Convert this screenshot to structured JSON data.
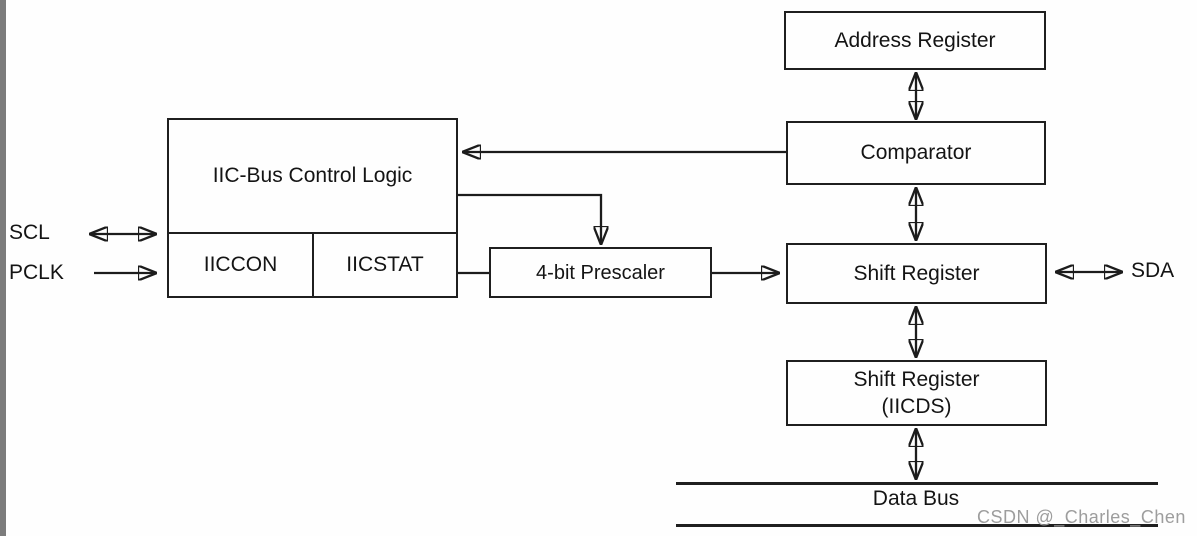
{
  "diagram": {
    "blocks": {
      "control_logic": "IIC-Bus Control Logic",
      "iiccon": "IICCON",
      "iicstat": "IICSTAT",
      "prescaler": "4-bit Prescaler",
      "address_register": "Address Register",
      "comparator": "Comparator",
      "shift_register": "Shift Register",
      "shift_register_iicds": "Shift Register\n(IICDS)",
      "data_bus": "Data Bus"
    },
    "pins": {
      "scl": "SCL",
      "pclk": "PCLK",
      "sda": "SDA"
    },
    "colors": {
      "line": "#1c1c1c",
      "box_border": "#1f1f1f",
      "text": "#141414",
      "background": "#fefefe",
      "page_edge": "#7c7c7c",
      "watermark": "#9d9d9d"
    }
  },
  "watermark": {
    "text": "CSDN @_Charles_Chen"
  }
}
